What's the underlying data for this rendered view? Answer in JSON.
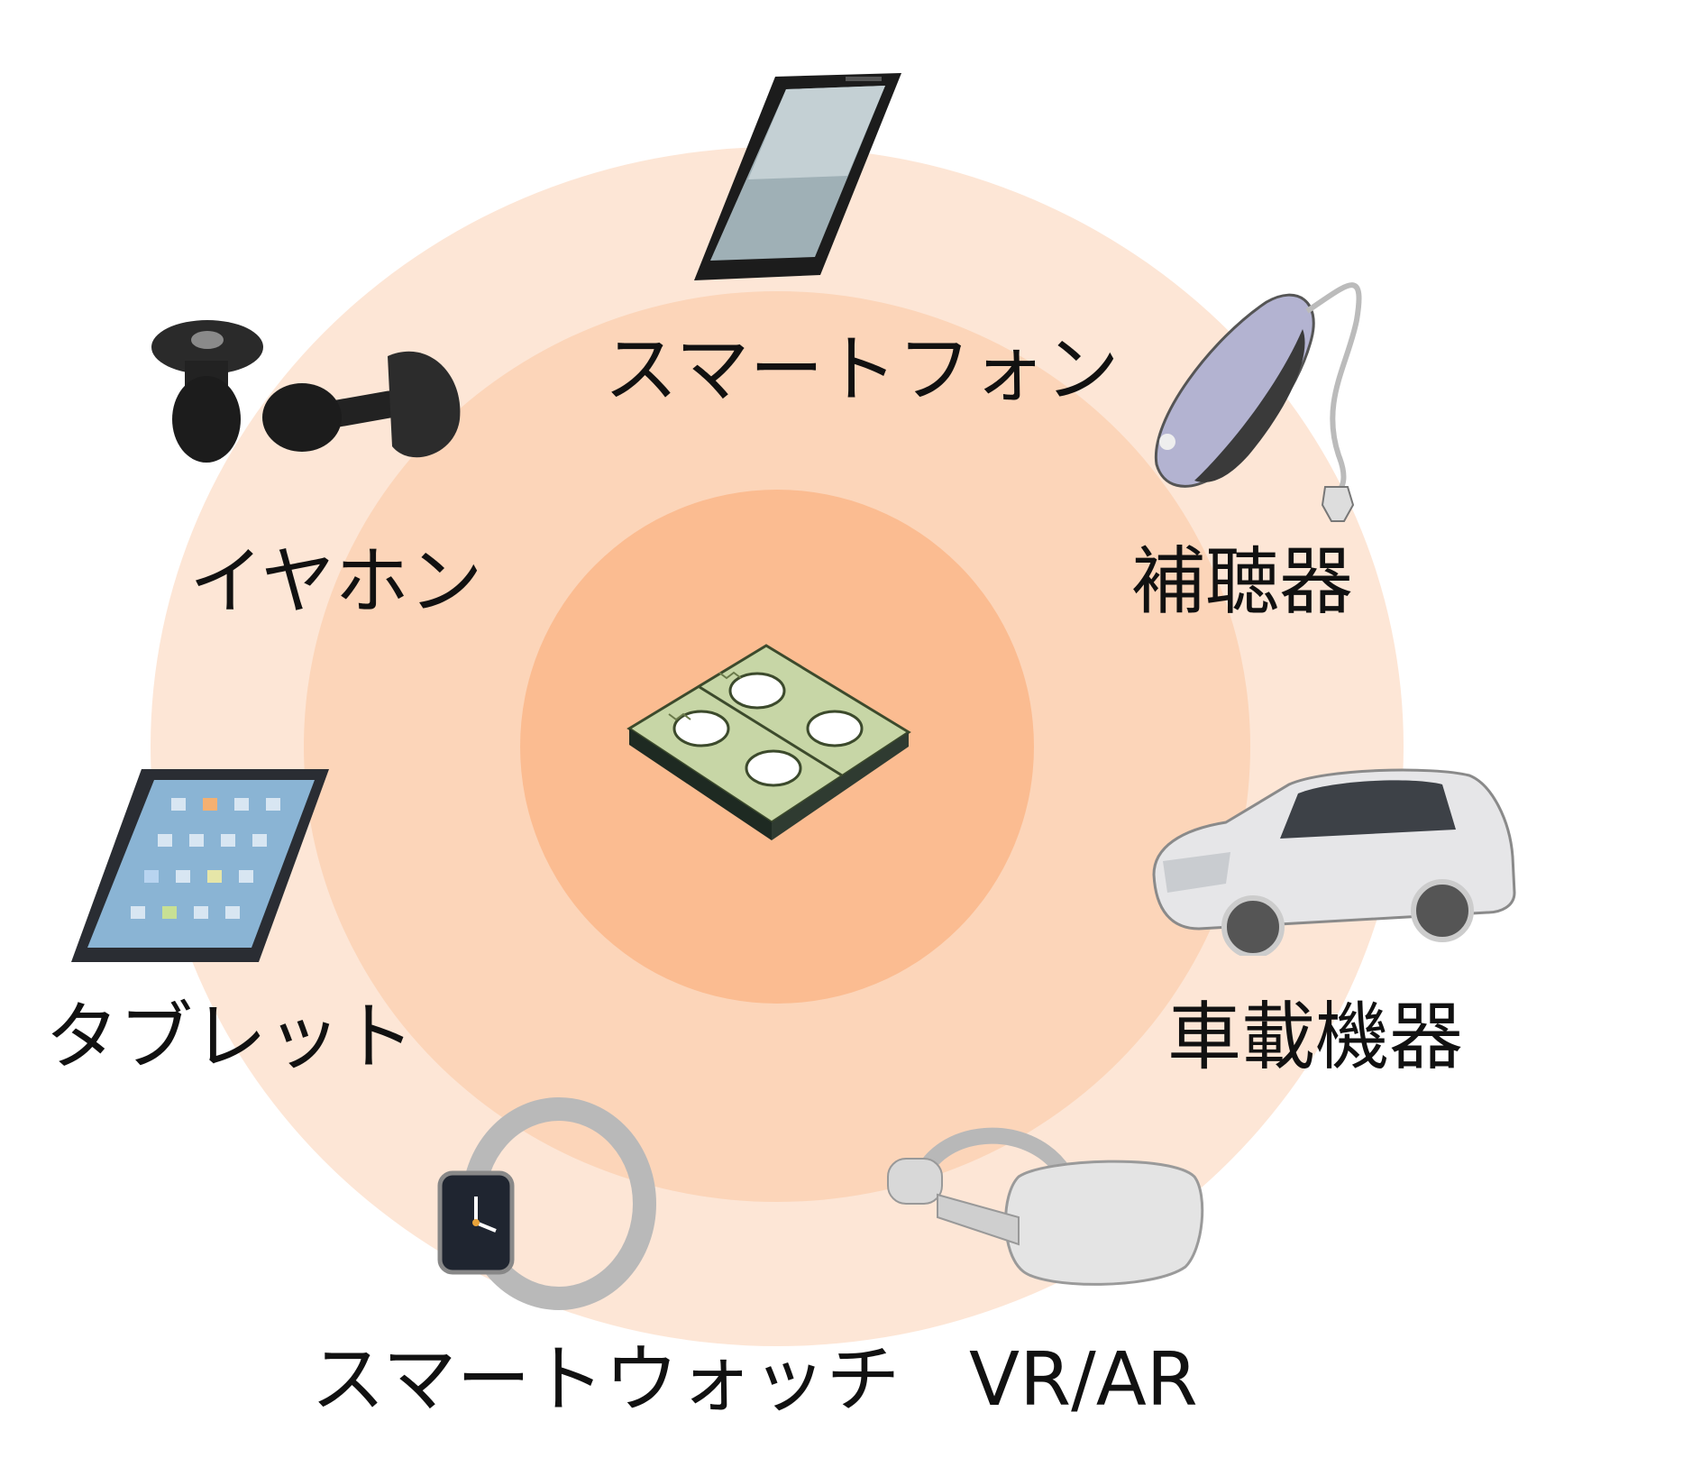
{
  "diagram": {
    "center": {
      "name": "sensor-chip"
    },
    "devices": [
      {
        "key": "smartphone",
        "label": "スマートフォン",
        "icon": "smartphone-icon"
      },
      {
        "key": "hearing_aid",
        "label": "補聴器",
        "icon": "hearing-aid-icon"
      },
      {
        "key": "car",
        "label": "車載機器",
        "icon": "car-icon"
      },
      {
        "key": "vr",
        "label": "VR/AR",
        "icon": "vr-headset-icon"
      },
      {
        "key": "smartwatch",
        "label": "スマートウォッチ",
        "icon": "smartwatch-icon"
      },
      {
        "key": "tablet",
        "label": "タブレット",
        "icon": "tablet-icon"
      },
      {
        "key": "earphones",
        "label": "イヤホン",
        "icon": "earphones-icon"
      }
    ]
  },
  "colors": {
    "ring_outer": "#fde6d6",
    "ring_middle": "#fcd5b9",
    "ring_inner": "#fbbc91"
  }
}
